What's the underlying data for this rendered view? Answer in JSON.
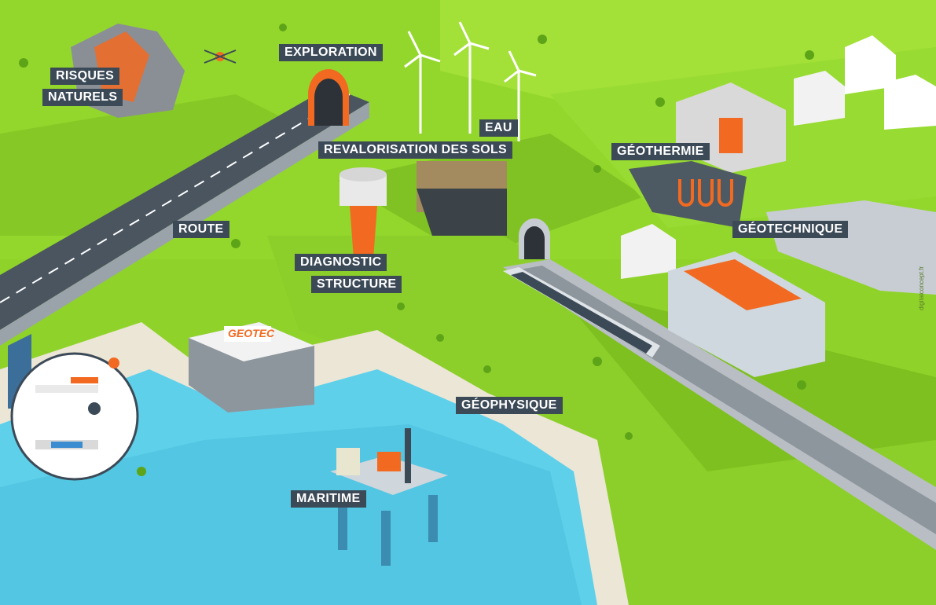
{
  "labels": {
    "risques": "RISQUES",
    "naturels": "NATURELS",
    "exploration": "EXPLORATION",
    "eau": "EAU",
    "revalorisation": "REVALORISATION DES SOLS",
    "geothermie": "GÉOTHERMIE",
    "route": "ROUTE",
    "diagnostic": "DIAGNOSTIC",
    "structure": "STRUCTURE",
    "geotechnique": "GÉOTECHNIQUE",
    "geophysique": "GÉOPHYSIQUE",
    "maritime": "MARITIME"
  },
  "building": {
    "brand": "GEOTEC"
  },
  "credit": "digitalconcept.fr",
  "colors": {
    "grass": "#8fd32a",
    "grass_dark": "#6fb41e",
    "road": "#4a5560",
    "sea": "#5fd0ea",
    "sand": "#ece6d6",
    "accent": "#f26a21",
    "label_bg": "#3c4a57"
  },
  "icons": {
    "drone": "drone-icon",
    "wind_turbine": "wind-turbine-icon",
    "water_tower": "water-tower-icon",
    "train": "train-icon",
    "oil_rig": "offshore-rig-icon",
    "lab": "laboratory-icon"
  }
}
